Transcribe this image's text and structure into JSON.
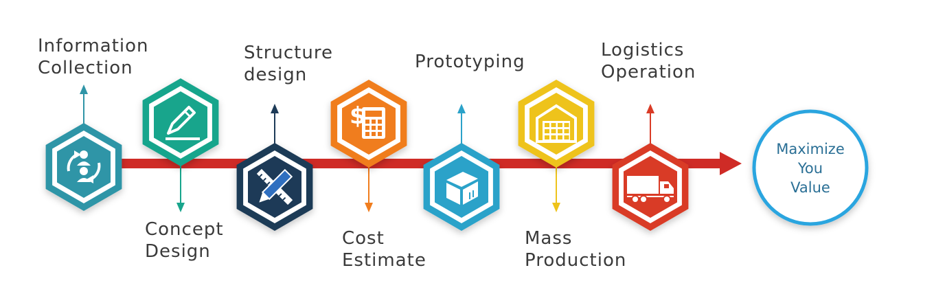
{
  "steps": [
    {
      "label_lines": [
        "Information",
        "Collection"
      ],
      "color": "#2f95a7",
      "icon": "people-cycle-icon"
    },
    {
      "label_lines": [
        "Concept",
        "Design"
      ],
      "color": "#18a58c",
      "icon": "pencil-icon"
    },
    {
      "label_lines": [
        "Structure",
        "design"
      ],
      "color": "#1d3a57",
      "icon": "pencil-ruler-icon"
    },
    {
      "label_lines": [
        "Cost",
        "Estimate"
      ],
      "color": "#f07d1e",
      "icon": "calculator-icon"
    },
    {
      "label_lines": [
        "Prototyping"
      ],
      "color": "#2ba2c9",
      "icon": "box-icon"
    },
    {
      "label_lines": [
        "Mass",
        "Production"
      ],
      "color": "#eec31b",
      "icon": "warehouse-icon"
    },
    {
      "label_lines": [
        "Logistics",
        "Operation"
      ],
      "color": "#d93b26",
      "icon": "truck-icon"
    }
  ],
  "final": {
    "lines": [
      "Maximize",
      "You",
      "Value"
    ],
    "color": "#2aa5df",
    "text_color": "#2a6f95"
  },
  "arrow_color": "#cf2b26"
}
